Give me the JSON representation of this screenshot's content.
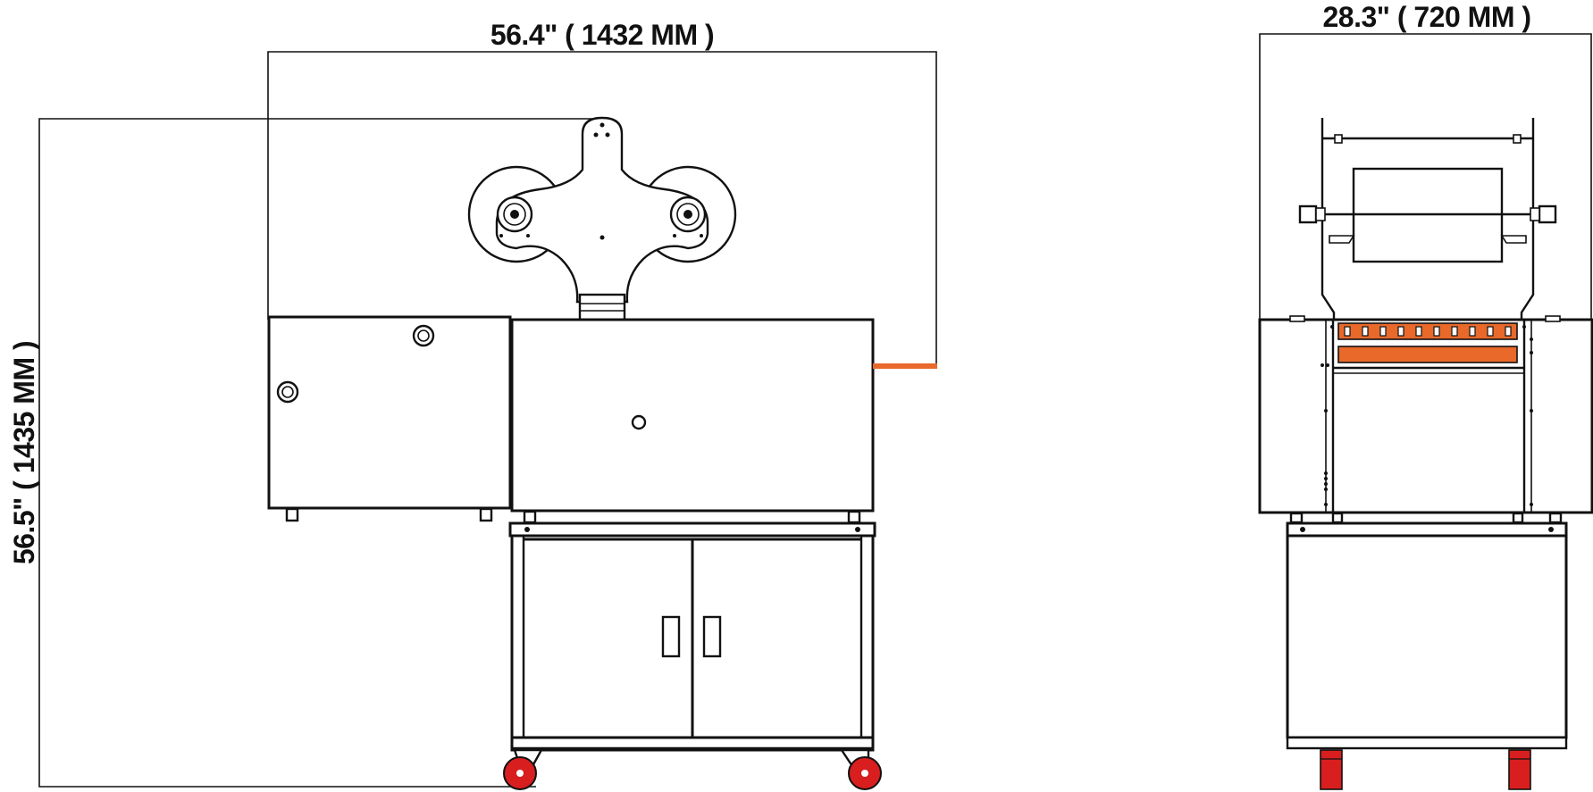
{
  "dimensions": {
    "side_width": "56.4\" ( 1432 MM )",
    "side_height": "56.5\"  ( 1435 MM )",
    "front_width": "28.3\" ( 720 MM )"
  },
  "colors": {
    "accent": "#e8692a",
    "wheel": "#d81e1e",
    "line": "#111111",
    "background": "#ffffff"
  }
}
